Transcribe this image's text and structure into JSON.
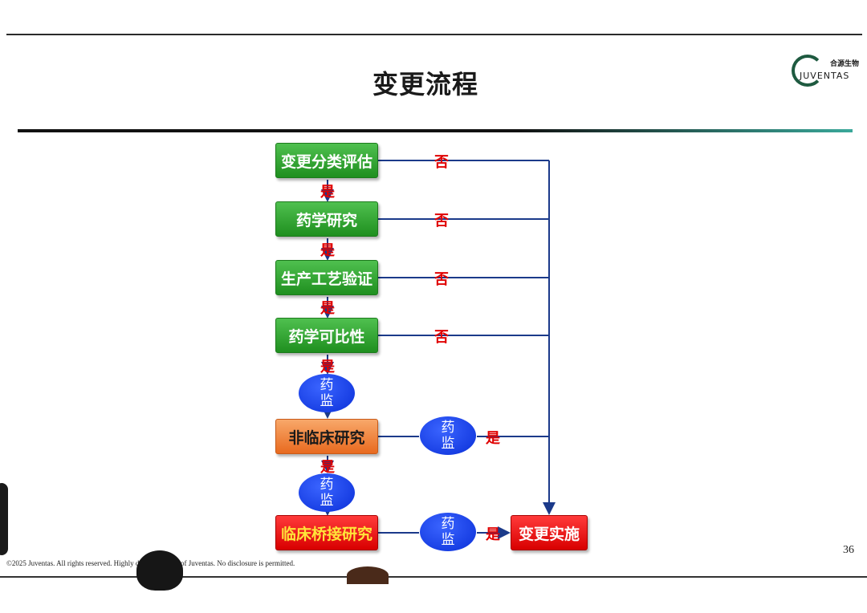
{
  "title": "变更流程",
  "logo": {
    "cn": "合源生物",
    "en": "JUVENTAS"
  },
  "steps": {
    "classify": "变更分类评估",
    "pharma_research": "药学研究",
    "process_validation": "生产工艺验证",
    "comparability": "药学可比性",
    "nonclinical": "非临床研究",
    "bridging": "临床桥接研究",
    "implement": "变更实施"
  },
  "yes": "是",
  "no": "否",
  "regulator": {
    "line1": "药",
    "line2": "监"
  },
  "footer": "©2025 Juventas. All rights reserved. Highly                d sole property of Juventas. No disclosure is permitted.",
  "page_number": "36",
  "colors": {
    "green": "#2ea02e",
    "orange": "#f08a3a",
    "red": "#e00000",
    "blue": "#1a3ee0",
    "connector": "#1b3a8a"
  }
}
